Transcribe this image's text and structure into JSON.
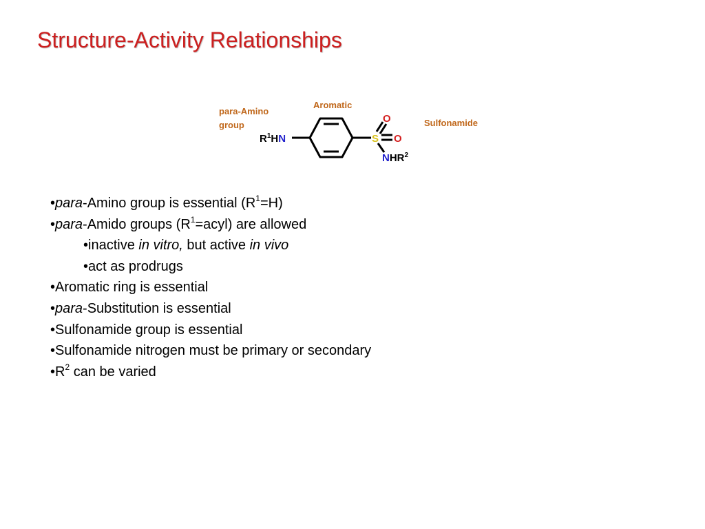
{
  "slide": {
    "title": "Structure-Activity Relationships"
  },
  "diagram": {
    "label_para_amino_line1": "para-Amino",
    "label_para_amino_line2": "group",
    "label_aromatic": "Aromatic",
    "label_sulfonamide": "Sulfonamide",
    "atoms": {
      "r": "R",
      "r1_sup": "1",
      "h_left": "H",
      "n_left": "N",
      "s": "S",
      "o_top": "O",
      "o_right": "O",
      "n_bottom": "N",
      "hr": "HR",
      "r2_sup": "2"
    },
    "colors": {
      "label": "#c0671a",
      "nitrogen": "#1f1fcc",
      "oxygen": "#d41f1f",
      "sulfur": "#d9c21a",
      "carbon": "#000000"
    }
  },
  "bullets": [
    {
      "b": "•",
      "italic": "para",
      "rest": "-Amino group is essential (R",
      "sup": "1",
      "tail": "=H)"
    },
    {
      "b": "•",
      "italic": "para",
      "rest": "-Amido groups (R",
      "sup": "1",
      "tail": "=acyl) are allowed"
    },
    {
      "b": "•",
      "pre": "inactive ",
      "it1": "in vitro,",
      "mid": " but active ",
      "it2": "in vivo"
    },
    {
      "b": "•",
      "text": "act as prodrugs"
    },
    {
      "b": "•",
      "text": "Aromatic ring is essential"
    },
    {
      "b": "•",
      "italic": "para",
      "rest": "-Substitution is essential"
    },
    {
      "b": "•",
      "text": "Sulfonamide group is essential"
    },
    {
      "b": "•",
      "text": "Sulfonamide nitrogen must be primary or secondary"
    },
    {
      "b": "•",
      "pre": "R",
      "sup": "2",
      "tail": " can be varied"
    }
  ]
}
